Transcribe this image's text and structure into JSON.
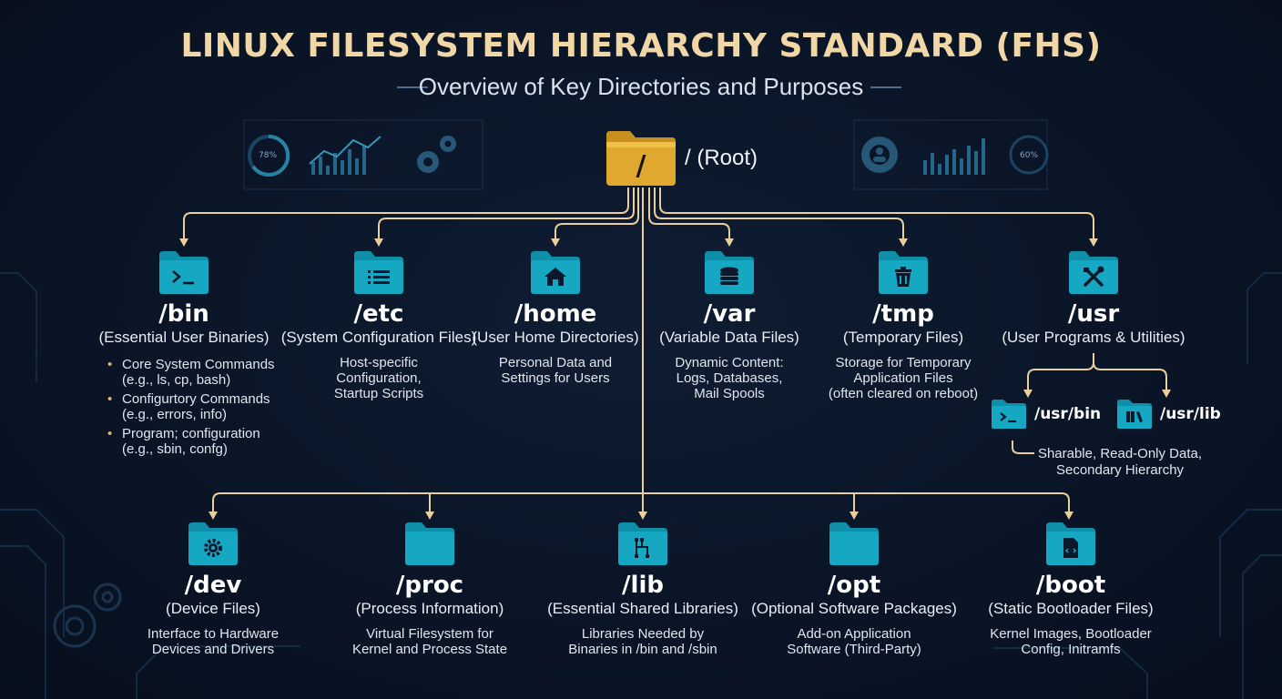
{
  "header": {
    "title": "LINUX FILESYSTEM HIERARCHY STANDARD (FHS)",
    "subtitle": "Overview of Key Directories and Purposes"
  },
  "root": {
    "label": "/ (Root)",
    "glyph": "/"
  },
  "decor": {
    "left_gauge": "78%",
    "right_gauge": "60%"
  },
  "top_row": [
    {
      "id": "bin",
      "name": "/bin",
      "paren": "(Essential User Binaries)",
      "icon": "terminal-icon",
      "bullets": [
        [
          "Core System Commands",
          "(e.g., ls, cp, bash)"
        ],
        [
          "Configurtory Commands",
          "(e.g., errors, info)"
        ],
        [
          "Program; configuration",
          "(e.g., sbin, confg)"
        ]
      ]
    },
    {
      "id": "etc",
      "name": "/etc",
      "paren": "(System Configuration Files)",
      "icon": "list-icon",
      "desc": [
        "Host-specific",
        "Configuration,",
        "Startup Scripts"
      ]
    },
    {
      "id": "home",
      "name": "/home",
      "paren": "(User Home Directories)",
      "icon": "house-icon",
      "desc": [
        "Personal Data and",
        "Settings for Users"
      ]
    },
    {
      "id": "var",
      "name": "/var",
      "paren": "(Variable Data Files)",
      "icon": "database-icon",
      "desc": [
        "Dynamic Content:",
        "Logs, Databases,",
        "Mail Spools"
      ]
    },
    {
      "id": "tmp",
      "name": "/tmp",
      "paren": "(Temporary Files)",
      "icon": "trash-icon",
      "desc": [
        "Storage for Temporary",
        "Application Files",
        "(often cleared on reboot)"
      ]
    },
    {
      "id": "usr",
      "name": "/usr",
      "paren": "(User Programs & Utilities)",
      "icon": "tools-icon"
    }
  ],
  "usr_children": [
    {
      "name": "/usr/bin",
      "icon": "terminal-icon"
    },
    {
      "name": "/usr/lib",
      "icon": "books-icon"
    }
  ],
  "usr_note": [
    "Sharable, Read-Only Data,",
    "Secondary Hierarchy"
  ],
  "bottom_row": [
    {
      "id": "dev",
      "name": "/dev",
      "paren": "(Device Files)",
      "icon": "gear-icon",
      "desc": [
        "Interface to Hardware",
        "Devices and Drivers"
      ]
    },
    {
      "id": "proc",
      "name": "/proc",
      "paren": "(Process Information)",
      "icon": "folder-icon",
      "desc": [
        "Virtual Filesystem for",
        "Kernel and Process State"
      ]
    },
    {
      "id": "lib",
      "name": "/lib",
      "paren": "(Essential Shared Libraries)",
      "icon": "hierarchy-icon",
      "desc": [
        "Libraries Needed by",
        "Binaries in /bin and /sbin"
      ]
    },
    {
      "id": "opt",
      "name": "/opt",
      "paren": "(Optional Software Packages)",
      "icon": "folder-icon",
      "desc": [
        "Add-on Application",
        "Software (Third-Party)"
      ]
    },
    {
      "id": "boot",
      "name": "/boot",
      "paren": "(Static Bootloader Files)",
      "icon": "file-code-icon",
      "desc": [
        "Kernel Images, Bootloader",
        "Config, Initramfs"
      ]
    }
  ],
  "colors": {
    "folder": "#16a7c2",
    "folder_tab": "#0f8fa8",
    "root_folder": "#e0a82e",
    "connector": "#e8cf9c",
    "title": "#f1d7a6"
  }
}
